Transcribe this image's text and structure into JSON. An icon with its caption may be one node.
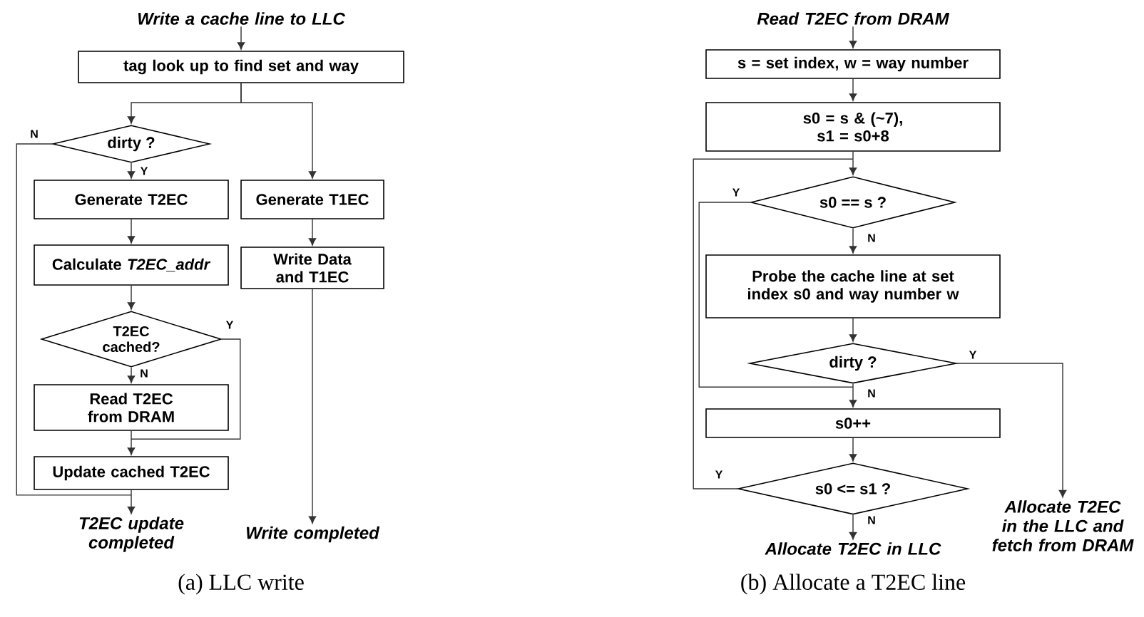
{
  "diagram": {
    "nodes": [
      {
        "text": [
          "Write a cache line to LLC"
        ]
      },
      {
        "text": [
          "tag look up to find set and way"
        ]
      },
      {
        "text": [
          "dirty ?"
        ]
      },
      {
        "text": [
          "Generate T2EC"
        ]
      },
      {
        "text": [
          "Calculate *T2EC_addr*"
        ]
      },
      {
        "text": [
          "T2EC cached?"
        ]
      },
      {
        "text": [
          "Read T2EC from DRAM"
        ]
      },
      {
        "text": [
          "Update cached T2EC"
        ]
      },
      {
        "text": [
          "T2EC update completed"
        ]
      },
      {
        "text": [
          "Generate T1EC"
        ]
      },
      {
        "text": [
          "Write Data and T1EC"
        ]
      },
      {
        "text": [
          "Write completed"
        ]
      },
      {
        "text": [
          "Read T2EC from DRAM"
        ]
      },
      {
        "text": [
          "s = set index, w = way number"
        ]
      },
      {
        "text": [
          "s0 = s & (~7), s1 = s0+8"
        ]
      },
      {
        "text": [
          "s0 == s ?"
        ]
      },
      {
        "text": [
          "Probe the cache line at set index s0 and way number w"
        ]
      },
      {
        "text": [
          "dirty ?"
        ]
      },
      {
        "text": [
          "s0++"
        ]
      },
      {
        "text": [
          "s0 <= s1 ?"
        ]
      },
      {
        "text": [
          "Allocate T2EC in LLC"
        ]
      },
      {
        "text": [
          "Allocate T2EC in the LLC and fetch from DRAM"
        ]
      }
    ],
    "edges": [
      {
        "from": 0,
        "to": 1,
        "arrow": "to"
      },
      {
        "from": 1,
        "to": 2,
        "arrow": "to"
      },
      {
        "from": 1,
        "to": 9,
        "arrow": "to"
      },
      {
        "from": 2,
        "to": 3,
        "arrow": "to",
        "label": "Y"
      },
      {
        "from": 2,
        "to": 8,
        "arrow": "to",
        "label": "N"
      },
      {
        "from": 3,
        "to": 4,
        "arrow": "to"
      },
      {
        "from": 4,
        "to": 5,
        "arrow": "to"
      },
      {
        "from": 5,
        "to": 6,
        "arrow": "to",
        "label": "N"
      },
      {
        "from": 5,
        "to": 7,
        "arrow": "to",
        "label": "Y"
      },
      {
        "from": 6,
        "to": 7,
        "arrow": "to"
      },
      {
        "from": 7,
        "to": 8,
        "arrow": "to"
      },
      {
        "from": 9,
        "to": 10,
        "arrow": "to"
      },
      {
        "from": 10,
        "to": 11,
        "arrow": "to"
      },
      {
        "from": 12,
        "to": 13,
        "arrow": "to"
      },
      {
        "from": 13,
        "to": 14,
        "arrow": "to"
      },
      {
        "from": 14,
        "to": 15,
        "arrow": "to"
      },
      {
        "from": 15,
        "to": 16,
        "arrow": "to",
        "label": "N"
      },
      {
        "from": 15,
        "to": 18,
        "arrow": "to",
        "label": "Y"
      },
      {
        "from": 16,
        "to": 17,
        "arrow": "to"
      },
      {
        "from": 17,
        "to": 18,
        "arrow": "to",
        "label": "N"
      },
      {
        "from": 17,
        "to": 21,
        "arrow": "to",
        "label": "Y"
      },
      {
        "from": 18,
        "to": 19,
        "arrow": "to"
      },
      {
        "from": 19,
        "to": 20,
        "arrow": "to",
        "label": "N"
      },
      {
        "from": 19,
        "to": 15,
        "arrow": "to",
        "label": "Y"
      }
    ],
    "labels": [
      "(a) LLC write",
      "(b) Allocate a T2EC line"
    ]
  }
}
